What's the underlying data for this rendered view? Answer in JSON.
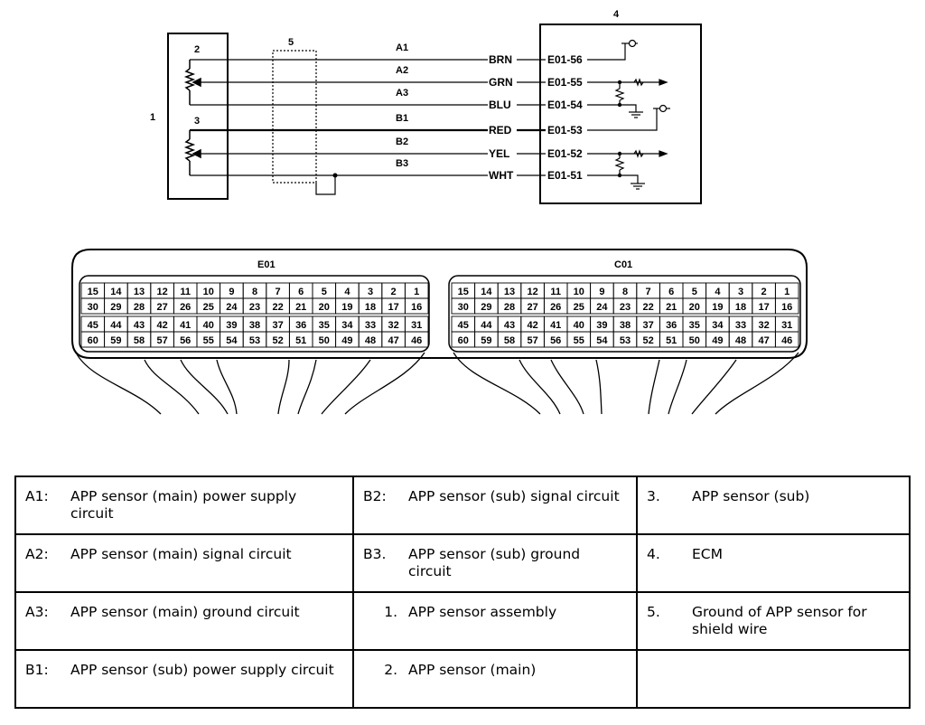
{
  "diagram": {
    "ref_labels": [
      "1",
      "2",
      "3",
      "4",
      "5"
    ],
    "wires": [
      {
        "id": "A1",
        "color": "BRN",
        "pin": "E01-56"
      },
      {
        "id": "A2",
        "color": "GRN",
        "pin": "E01-55"
      },
      {
        "id": "A3",
        "color": "BLU",
        "pin": "E01-54"
      },
      {
        "id": "B1",
        "color": "RED",
        "pin": "E01-53"
      },
      {
        "id": "B2",
        "color": "YEL",
        "pin": "E01-52"
      },
      {
        "id": "B3",
        "color": "WHT",
        "pin": "E01-51"
      }
    ]
  },
  "connectors": [
    {
      "name": "E01",
      "rows": [
        [
          "15",
          "14",
          "13",
          "12",
          "11",
          "10",
          "9",
          "8",
          "7",
          "6",
          "5",
          "4",
          "3",
          "2",
          "1"
        ],
        [
          "30",
          "29",
          "28",
          "27",
          "26",
          "25",
          "24",
          "23",
          "22",
          "21",
          "20",
          "19",
          "18",
          "17",
          "16"
        ],
        [
          "45",
          "44",
          "43",
          "42",
          "41",
          "40",
          "39",
          "38",
          "37",
          "36",
          "35",
          "34",
          "33",
          "32",
          "31"
        ],
        [
          "60",
          "59",
          "58",
          "57",
          "56",
          "55",
          "54",
          "53",
          "52",
          "51",
          "50",
          "49",
          "48",
          "47",
          "46"
        ]
      ]
    },
    {
      "name": "C01",
      "rows": [
        [
          "15",
          "14",
          "13",
          "12",
          "11",
          "10",
          "9",
          "8",
          "7",
          "6",
          "5",
          "4",
          "3",
          "2",
          "1"
        ],
        [
          "30",
          "29",
          "28",
          "27",
          "26",
          "25",
          "24",
          "23",
          "22",
          "21",
          "20",
          "19",
          "18",
          "17",
          "16"
        ],
        [
          "45",
          "44",
          "43",
          "42",
          "41",
          "40",
          "39",
          "38",
          "37",
          "36",
          "35",
          "34",
          "33",
          "32",
          "31"
        ],
        [
          "60",
          "59",
          "58",
          "57",
          "56",
          "55",
          "54",
          "53",
          "52",
          "51",
          "50",
          "49",
          "48",
          "47",
          "46"
        ]
      ]
    }
  ],
  "legend": [
    [
      {
        "key": "A1:",
        "text": "APP sensor (main) power supply circuit"
      },
      {
        "key": "B2:",
        "text": "APP sensor (sub) signal circuit"
      },
      {
        "key": "3.",
        "text": "APP sensor (sub)"
      }
    ],
    [
      {
        "key": "A2:",
        "text": "APP sensor (main) signal circuit"
      },
      {
        "key": "B3.",
        "text": "APP sensor (sub) ground circuit"
      },
      {
        "key": "4.",
        "text": "ECM"
      }
    ],
    [
      {
        "key": "A3:",
        "text": "APP sensor (main) ground circuit"
      },
      {
        "key": "1.",
        "text": "APP sensor assembly"
      },
      {
        "key": "5.",
        "text": "Ground of APP sensor for shield wire"
      }
    ],
    [
      {
        "key": "B1:",
        "text": "APP sensor (sub) power supply circuit"
      },
      {
        "key": "2.",
        "text": "APP sensor (main)"
      },
      {
        "key": "",
        "text": ""
      }
    ]
  ]
}
